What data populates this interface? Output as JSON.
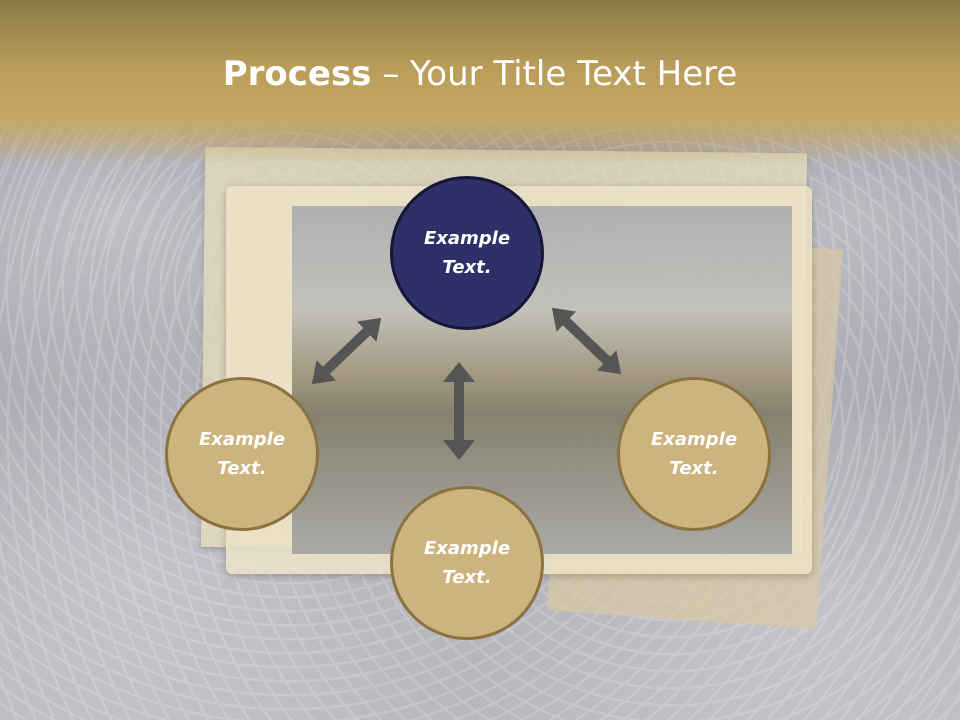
{
  "slide": {
    "title_bold": "Process",
    "title_rest": " – Your Title Text Here"
  },
  "nodes": [
    {
      "id": "top",
      "text": "Example\nText.",
      "color": "#303068"
    },
    {
      "id": "left",
      "text": "Example\nText.",
      "color": "#cdb47f"
    },
    {
      "id": "right",
      "text": "Example\nText.",
      "color": "#cdb47f"
    },
    {
      "id": "bottom",
      "text": "Example\nText.",
      "color": "#cdb47f"
    }
  ],
  "colors": {
    "header_gold": "#c6a862",
    "node_gold": "#cdb47f",
    "node_navy": "#303068",
    "arrow": "#555555"
  },
  "icons": {
    "arrows": "double-headed-arrow"
  }
}
